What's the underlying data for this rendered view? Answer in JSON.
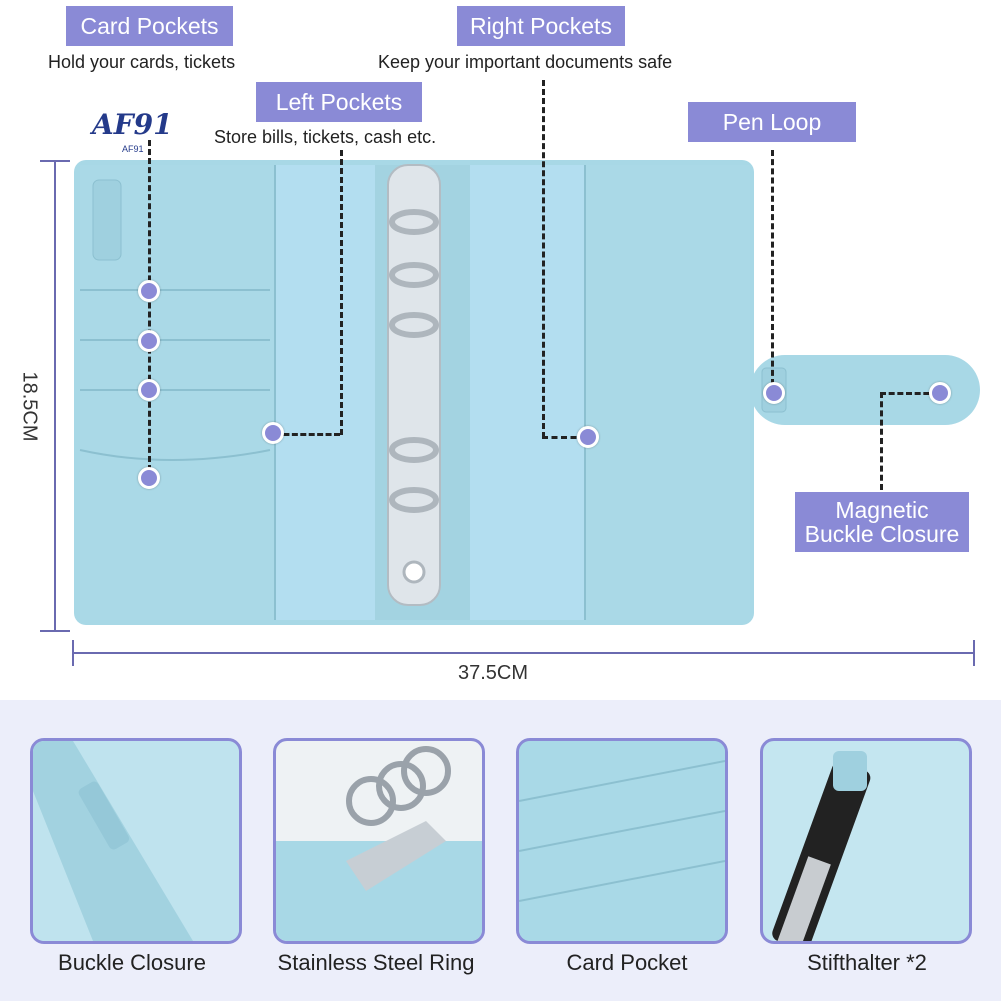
{
  "labels": {
    "card_pockets": "Card Pockets",
    "card_pockets_desc": "Hold your cards, tickets",
    "right_pockets": "Right Pockets",
    "right_pockets_desc": "Keep your important documents safe",
    "left_pockets": "Left Pockets",
    "left_pockets_desc": "Store bills, tickets, cash etc.",
    "pen_loop": "Pen Loop",
    "magnetic_line1": "Magnetic",
    "magnetic_line2": "Buckle Closure"
  },
  "logo": {
    "text": "AF91",
    "subtext": "AF91"
  },
  "dimensions": {
    "height": "18.5CM",
    "width": "37.5CM"
  },
  "thumbnails": [
    {
      "caption": "Buckle Closure"
    },
    {
      "caption": "Stainless Steel Ring"
    },
    {
      "caption": "Card Pocket"
    },
    {
      "caption": "Stifthalter *2"
    }
  ],
  "colors": {
    "accent": "#8a8ad6",
    "binder_blue": "#a9d9e7",
    "bottom_bg": "#eceefa"
  }
}
